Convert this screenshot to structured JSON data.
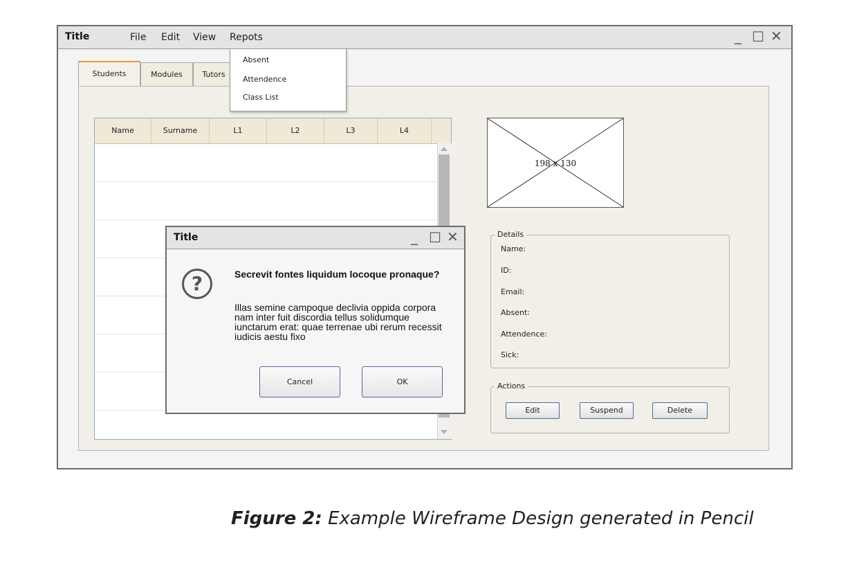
{
  "window": {
    "title": "Title",
    "menu": [
      "File",
      "Edit",
      "View",
      "Repots"
    ],
    "controls": {
      "minimize": "_",
      "maximize": "☐",
      "close": "✕"
    }
  },
  "reports_menu": {
    "items": [
      "Absent",
      "Attendence",
      "Class List"
    ]
  },
  "tabs": [
    "Students",
    "Modules",
    "Tutors"
  ],
  "table": {
    "columns": [
      "Name",
      "Surname",
      "L1",
      "L2",
      "L3",
      "L4"
    ],
    "rows": []
  },
  "image_placeholder": {
    "label": "198 x 130"
  },
  "details": {
    "legend": "Details",
    "fields": [
      "Name:",
      "ID:",
      "Email:",
      "Absent:",
      "Attendence:",
      "Sick:"
    ]
  },
  "actions": {
    "legend": "Actions",
    "buttons": [
      "Edit",
      "Suspend",
      "Delete"
    ]
  },
  "dialog": {
    "title": "Title",
    "icon": "question-icon",
    "heading": "Secrevit fontes liquidum locoque pronaque?",
    "body": "Illas semine campoque declivia oppida corpora nam inter fuit discordia tellus solidumque iunctarum erat: quae terrenae ubi rerum recessit iudicis aestu fixo",
    "cancel_label": "Cancel",
    "ok_label": "OK"
  },
  "caption": {
    "label": "Figure 2:",
    "text": "Example Wireframe Design generated in Pencil"
  },
  "colors": {
    "active_tab_accent": "#e49a3a",
    "panel_bg": "#f1efe7",
    "button_border": "#50689a"
  }
}
